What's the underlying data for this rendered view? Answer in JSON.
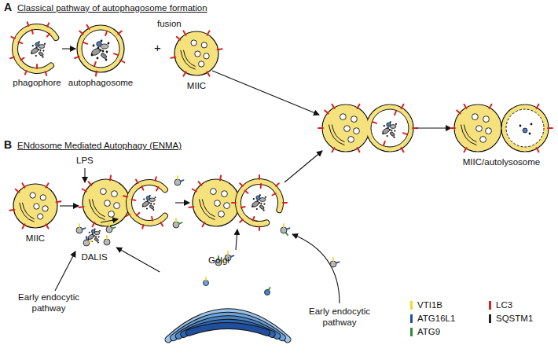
{
  "diagram": {
    "nodes": [
      {
        "text": [
          "phagophore"
        ]
      },
      {
        "text": [
          "autophagosome"
        ]
      },
      {
        "text": [
          "MIIC"
        ]
      },
      {
        "text": [
          "MIIC/autolysosome"
        ]
      },
      {
        "text": [
          "MIIC"
        ]
      },
      {
        "text": [
          "DALIS"
        ]
      },
      {
        "text": [
          "Golgi"
        ]
      }
    ],
    "edges": [
      {
        "from": 0,
        "to": 1,
        "arrow": "to"
      },
      {
        "from": 6,
        "to": 5,
        "arrow": "to"
      }
    ],
    "labels": [
      "A",
      "Classical pathway of autophagosome formation",
      "fusion",
      "+",
      "B",
      "ENdosome Mediated Autophagy (ENMA)",
      "LPS",
      "Early endocytic pathway",
      "Early endocytic pathway"
    ],
    "legend": [
      {
        "text": "VTI1B",
        "color": "#f3d832"
      },
      {
        "text": "LC3",
        "color": "#e0201c"
      },
      {
        "text": "ATG16L1",
        "color": "#1f4e9c"
      },
      {
        "text": "SQSTM1",
        "color": "#222222"
      },
      {
        "text": "ATG9",
        "color": "#2e8b3c"
      }
    ]
  }
}
